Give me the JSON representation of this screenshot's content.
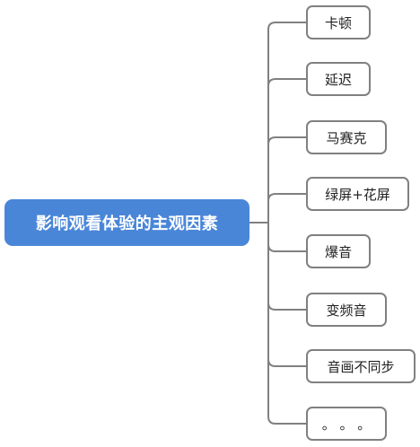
{
  "diagram": {
    "root": {
      "label": "影响观看体验的主观因素",
      "color": "#4a86d8"
    },
    "line_color": "#808080",
    "branches": [
      {
        "label": "卡顿"
      },
      {
        "label": "延迟"
      },
      {
        "label": "马赛克"
      },
      {
        "label": "绿屏+花屏"
      },
      {
        "label": "爆音"
      },
      {
        "label": "变频音"
      },
      {
        "label": "音画不同步"
      },
      {
        "label": "。 。 。"
      }
    ]
  }
}
